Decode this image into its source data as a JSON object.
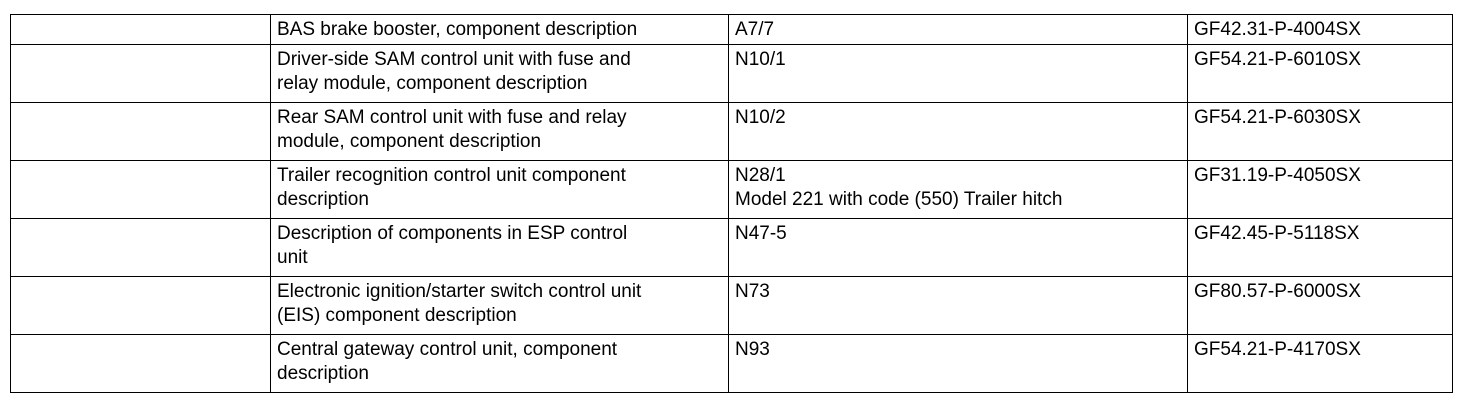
{
  "rows": [
    {
      "c1": "",
      "desc": [
        "BAS brake booster, component description"
      ],
      "code": [
        "A7/7"
      ],
      "doc": "GF42.31-P-4004SX"
    },
    {
      "c1": "",
      "desc": [
        "Driver-side SAM control unit with fuse and",
        "relay module, component description"
      ],
      "code": [
        "N10/1"
      ],
      "doc": "GF54.21-P-6010SX"
    },
    {
      "c1": "",
      "desc": [
        "Rear SAM control unit with fuse and relay",
        "module, component description"
      ],
      "code": [
        "N10/2"
      ],
      "doc": "GF54.21-P-6030SX"
    },
    {
      "c1": "",
      "desc": [
        "Trailer recognition control unit component",
        "description"
      ],
      "code": [
        "N28/1",
        "Model 221 with code (550) Trailer hitch"
      ],
      "doc": "GF31.19-P-4050SX"
    },
    {
      "c1": "",
      "desc": [
        "Description of components in ESP control",
        "unit"
      ],
      "code": [
        "N47-5"
      ],
      "doc": "GF42.45-P-5118SX"
    },
    {
      "c1": "",
      "desc": [
        "Electronic ignition/starter switch control unit",
        "(EIS) component description"
      ],
      "code": [
        "N73"
      ],
      "doc": "GF80.57-P-6000SX"
    },
    {
      "c1": "",
      "desc": [
        "Central gateway control unit, component",
        "description"
      ],
      "code": [
        "N93"
      ],
      "doc": "GF54.21-P-4170SX"
    }
  ]
}
